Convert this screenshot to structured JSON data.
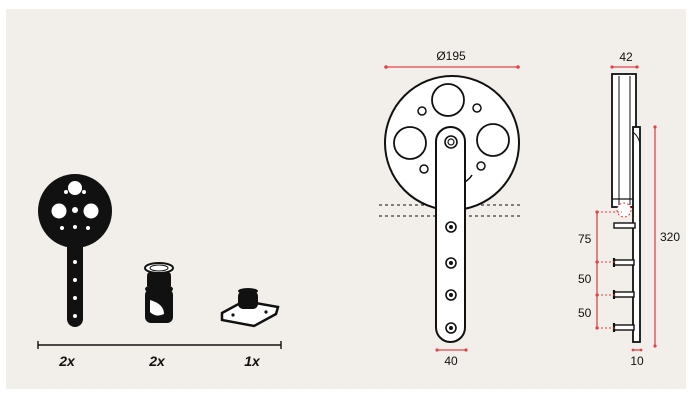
{
  "kit": {
    "quantities": [
      "2x",
      "2x",
      "1x"
    ]
  },
  "front_view": {
    "wheel_diameter": "Ø195",
    "strap_width": "40"
  },
  "side_view": {
    "wheel_width": "42",
    "total_height": "320",
    "offset_top": "75",
    "spacing_1": "50",
    "spacing_2": "50",
    "thickness": "10"
  },
  "colors": {
    "background": "#f2efea",
    "dimension_lines": "#e0434a",
    "outline": "#111111"
  }
}
